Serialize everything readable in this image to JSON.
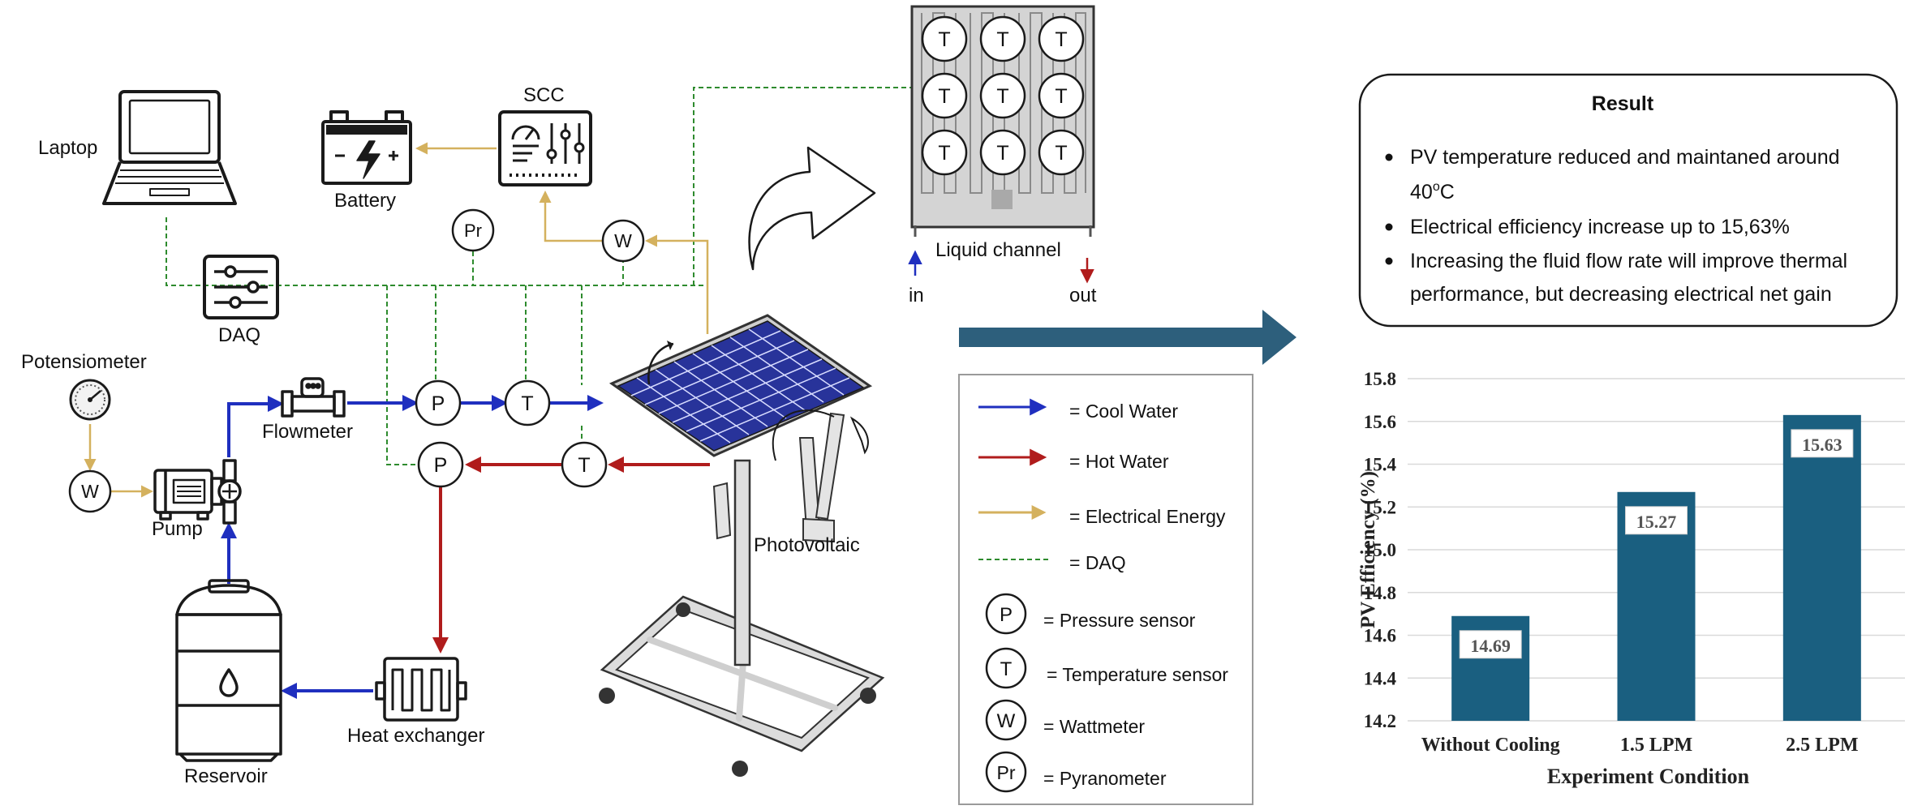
{
  "labels": {
    "laptop": "Laptop",
    "battery": "Battery",
    "scc": "SCC",
    "daq": "DAQ",
    "potensiometer": "Potensiometer",
    "flowmeter": "Flowmeter",
    "pump": "Pump",
    "reservoir": "Reservoir",
    "heat_exchanger": "Heat exchanger",
    "photovoltaic": "Photovoltaic",
    "liquid_channel": "Liquid channel",
    "in": "in",
    "out": "out"
  },
  "sensor_letters": {
    "pressure": "P",
    "temperature": "T",
    "wattmeter": "W",
    "pyranometer": "Pr"
  },
  "legend": {
    "cool_water": "= Cool Water",
    "hot_water": "= Hot Water",
    "electrical_energy": "= Electrical Energy",
    "daq": "= DAQ",
    "pressure_sensor": "= Pressure sensor",
    "temperature_sensor": "= Temperature sensor",
    "wattmeter": "= Wattmeter",
    "pyranometer": "= Pyranometer"
  },
  "result": {
    "title": "Result",
    "bullet1_line1": "PV temperature reduced and maintaned around",
    "bullet1_line2": "40",
    "bullet1_sup": "o",
    "bullet1_unit": "C",
    "bullet2": "Electrical efficiency increase up to 15,63%",
    "bullet3_line1": "Increasing the fluid flow rate will improve thermal",
    "bullet3_line2": "performance, but decreasing electrical net gain"
  },
  "colors": {
    "cool": "#1f2fbf",
    "hot": "#b01c1c",
    "electric": "#d4b15e",
    "daq": "#2e8b2e",
    "bar": "#1a5f80",
    "arrow": "#2d5f7c"
  },
  "chart_data": {
    "type": "bar",
    "categories": [
      "Without Cooling",
      "1.5 LPM",
      "2.5 LPM"
    ],
    "values": [
      14.69,
      15.27,
      15.63
    ],
    "value_labels": [
      "14.69",
      "15.27",
      "15.63"
    ],
    "title": "",
    "xlabel": "Experiment Condition",
    "ylabel": "PV Efficiency (%)",
    "ylim": [
      14.2,
      15.8
    ],
    "yticks": [
      "14.2",
      "14.4",
      "14.6",
      "14.8",
      "15.0",
      "15.2",
      "15.4",
      "15.6",
      "15.8"
    ],
    "grid": true
  }
}
